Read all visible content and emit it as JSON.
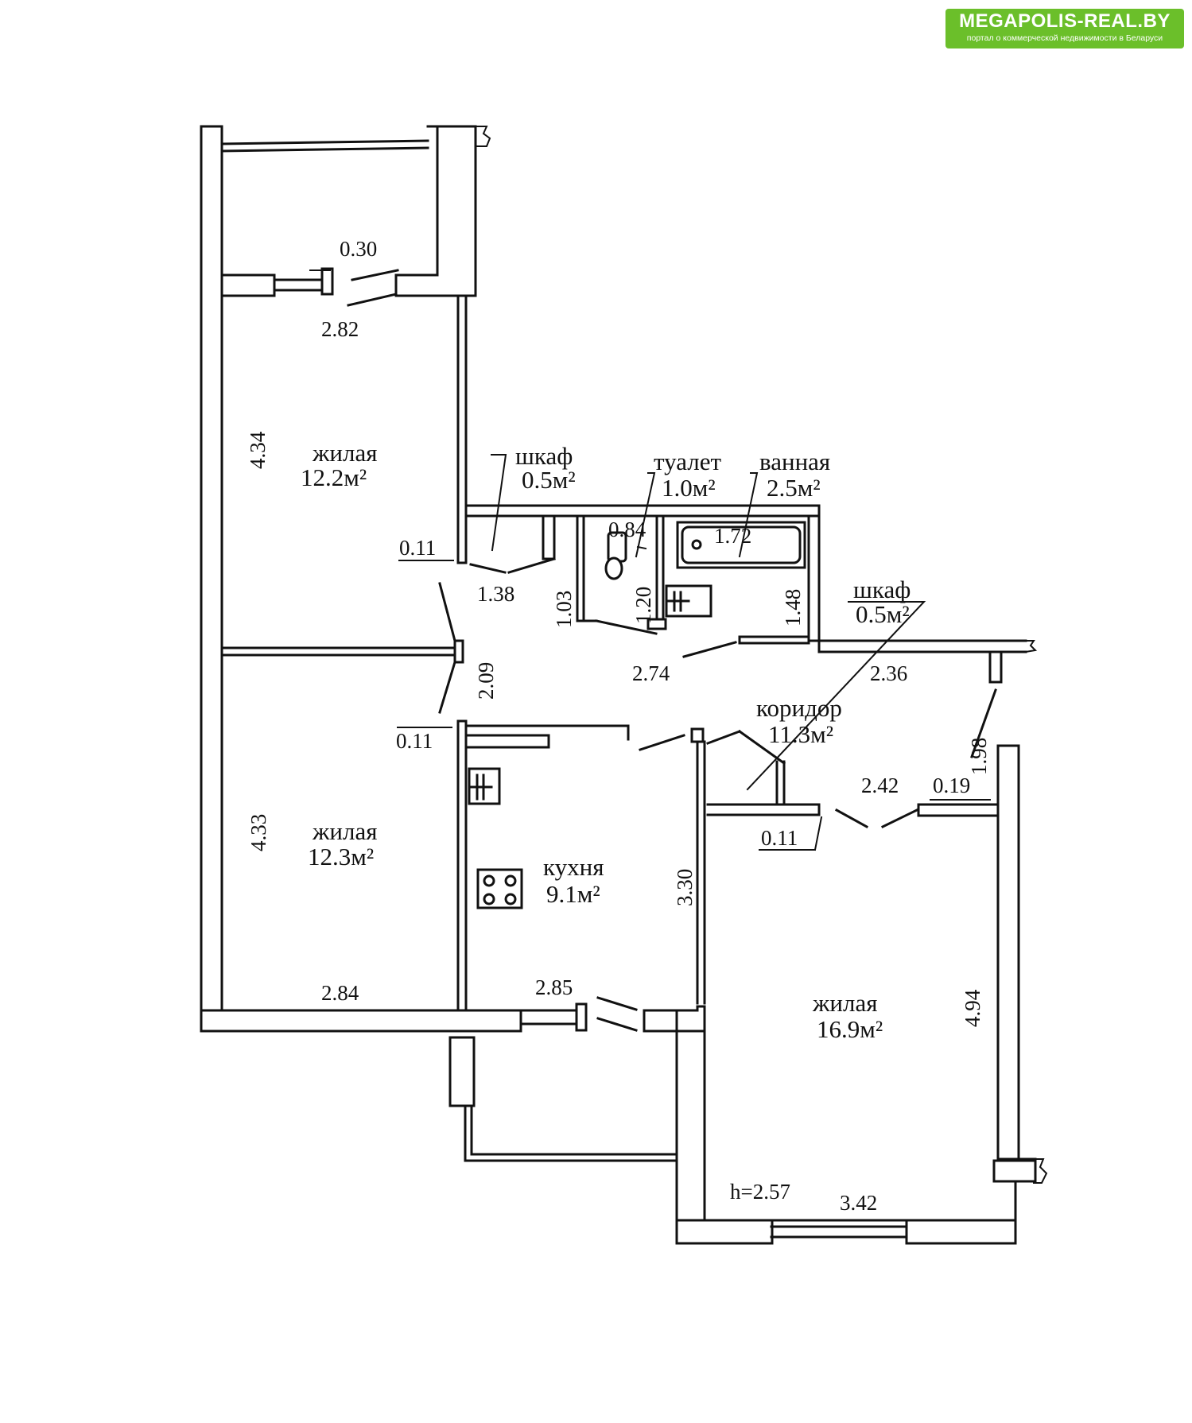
{
  "watermark": {
    "brand": "MEGAPOLIS-REAL.BY",
    "tagline": "портал о коммерческой недвижимости в Беларуси",
    "color": "#6bbf2a"
  },
  "rooms": {
    "bedroom_top": {
      "name": "жилая",
      "area": "12.2м²"
    },
    "closet_left": {
      "name": "шкаф",
      "area": "0.5м²"
    },
    "toilet": {
      "name": "туалет",
      "area": "1.0м²"
    },
    "bathroom": {
      "name": "ванная",
      "area": "2.5м²"
    },
    "closet_right": {
      "name": "шкаф",
      "area": "0.5м²"
    },
    "corridor": {
      "name": "коридор",
      "area": "11.3м²"
    },
    "bedroom_mid": {
      "name": "жилая",
      "area": "12.3м²"
    },
    "kitchen": {
      "name": "кухня",
      "area": "9.1м²"
    },
    "living_big": {
      "name": "жилая",
      "area": "16.9м²"
    }
  },
  "dimensions": {
    "balcony_wall": "0.30",
    "balcony_width": "2.82",
    "bedroom_top_length": "4.34",
    "wall_top": "0.11",
    "closet_width": "1.38",
    "closet_depth": "1.03",
    "toilet_width": "0.84",
    "toilet_depth": "1.20",
    "bath_width": "1.72",
    "bath_depth": "1.48",
    "corridor_door_gap": "2.09",
    "corridor_span": "2.74",
    "corridor_right": "2.36",
    "wall_mid": "0.11",
    "entrance_depth": "1.98",
    "entrance_width": "2.42",
    "entrance_wall": "0.19",
    "wall_low": "0.11",
    "bedroom_mid_length": "4.33",
    "kitchen_length": "3.30",
    "bedroom_mid_width": "2.84",
    "kitchen_width": "2.85",
    "living_length": "4.94",
    "living_width": "3.42",
    "ceiling_height": "h=2.57"
  }
}
